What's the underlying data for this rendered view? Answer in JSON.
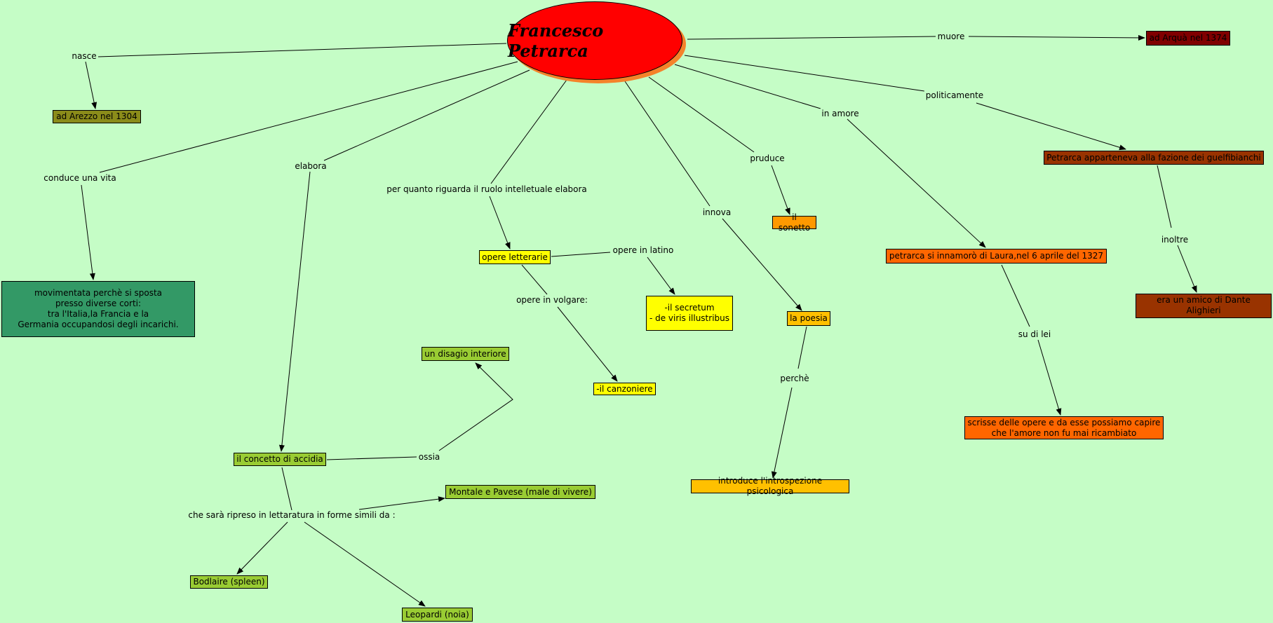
{
  "center": {
    "title": "Francesco Petrarca"
  },
  "colors": {
    "background": "#c5fdc6",
    "center": "#ff0000",
    "center_shadow": "#f5822a",
    "olive": "#8b8c1a",
    "dark_green": "#339966",
    "lime": "#99cc33",
    "yellow": "#ffff00",
    "gold": "#ffc000",
    "orange": "#ff9900",
    "red_orange": "#ff6600",
    "brown": "#993300",
    "dark_red": "#800000"
  },
  "nodes": {
    "arezzo": "ad Arezzo nel 1304",
    "vita": "movimentata perchè si sposta\npresso diverse corti:\ntra l'Italia,la Francia e la\nGermania occupandosi degli incarichi.",
    "accidia": "il concetto di accidia",
    "disagio": "un disagio interiore",
    "montale": "Montale e Pavese (male di vivere)",
    "bodlaire": "Bodlaire (spleen)",
    "leopardi": "Leopardi (noia)",
    "opere": "opere letterarie",
    "secretum": "-il secretum\n- de viris illustribus",
    "canzoniere": "-il canzoniere",
    "sonetto": "il sonetto",
    "poesia": "la poesia",
    "introspezione": "introduce l'introspezione psicologica",
    "laura": "petrarca si innamorò di Laura,nel 6 aprile del 1327",
    "scrisse": "scrisse delle opere e da esse possiamo capire\nche l'amore non fu mai ricambiato",
    "guelfi": "Petrarca apparteneva alla fazione dei guelfibianchi",
    "dante": "era un amico di Dante Alighieri",
    "arqua": "ad Arquà nel 1374"
  },
  "labels": {
    "nasce": "nasce",
    "conduce": "conduce una vita",
    "elabora": "elabora",
    "ruolo": "per quanto riguarda il ruolo intelletuale elabora",
    "latino": "opere in latino",
    "volgare": "opere in volgare:",
    "ossia": "ossia",
    "ripreso": "che sarà ripreso in lettaratura in forme simili da :",
    "innova": "innova",
    "perche": "perchè",
    "pruduce": "pruduce",
    "amore": "in amore",
    "sudilei": "su di lei",
    "politicamente": "politicamente",
    "inoltre": "inoltre",
    "muore": "muore"
  }
}
